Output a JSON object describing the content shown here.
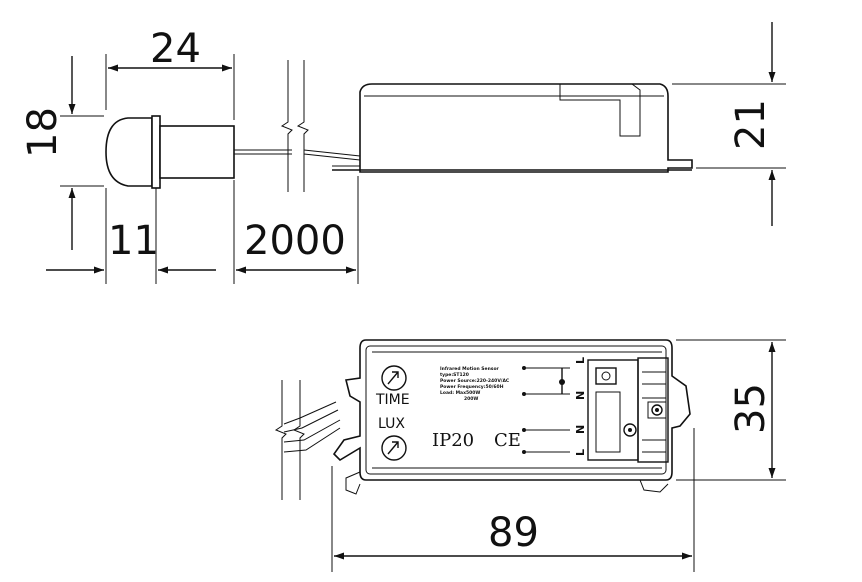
{
  "dimensions": {
    "sensor_length": "24",
    "sensor_height": "18",
    "lens_length": "11",
    "cable_length": "2000",
    "box_height": "21",
    "box_width": "35",
    "box_length": "89"
  },
  "top_view": {
    "time_label": "TIME",
    "lux_label": "LUX",
    "ip_rating": "IP20",
    "ce_mark": "CE",
    "spec_lines": [
      "Infrared Motion Sensor",
      "type:ST120",
      "Power Source:220-240V/AC",
      "Power Frequency:50/60H",
      "Load: Max500W",
      "200W"
    ],
    "terminal_labels": [
      "L",
      "N",
      "N",
      "L"
    ]
  }
}
